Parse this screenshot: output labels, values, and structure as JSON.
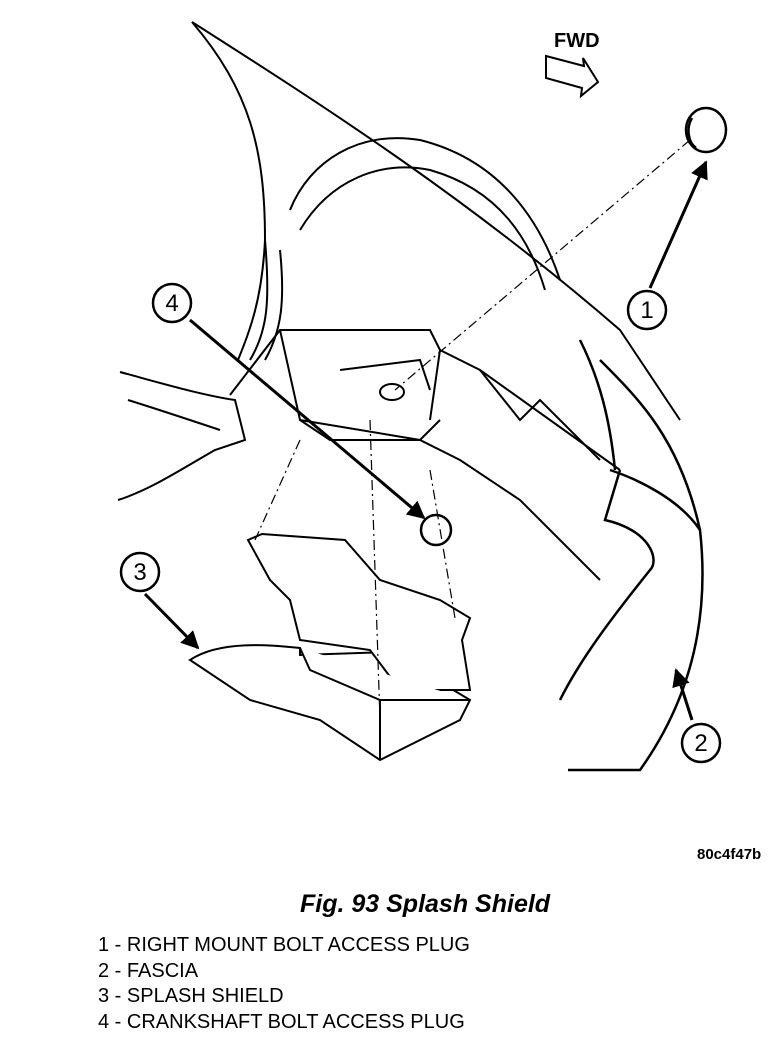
{
  "figure": {
    "direction_label": "FWD",
    "reference_code": "80c4f47b",
    "caption": "Fig. 93 Splash Shield",
    "callouts": [
      "1",
      "2",
      "3",
      "4"
    ]
  },
  "legend": [
    "1 - RIGHT MOUNT BOLT ACCESS PLUG",
    "2 - FASCIA",
    "3 - SPLASH SHIELD",
    "4 - CRANKSHAFT BOLT ACCESS PLUG"
  ]
}
